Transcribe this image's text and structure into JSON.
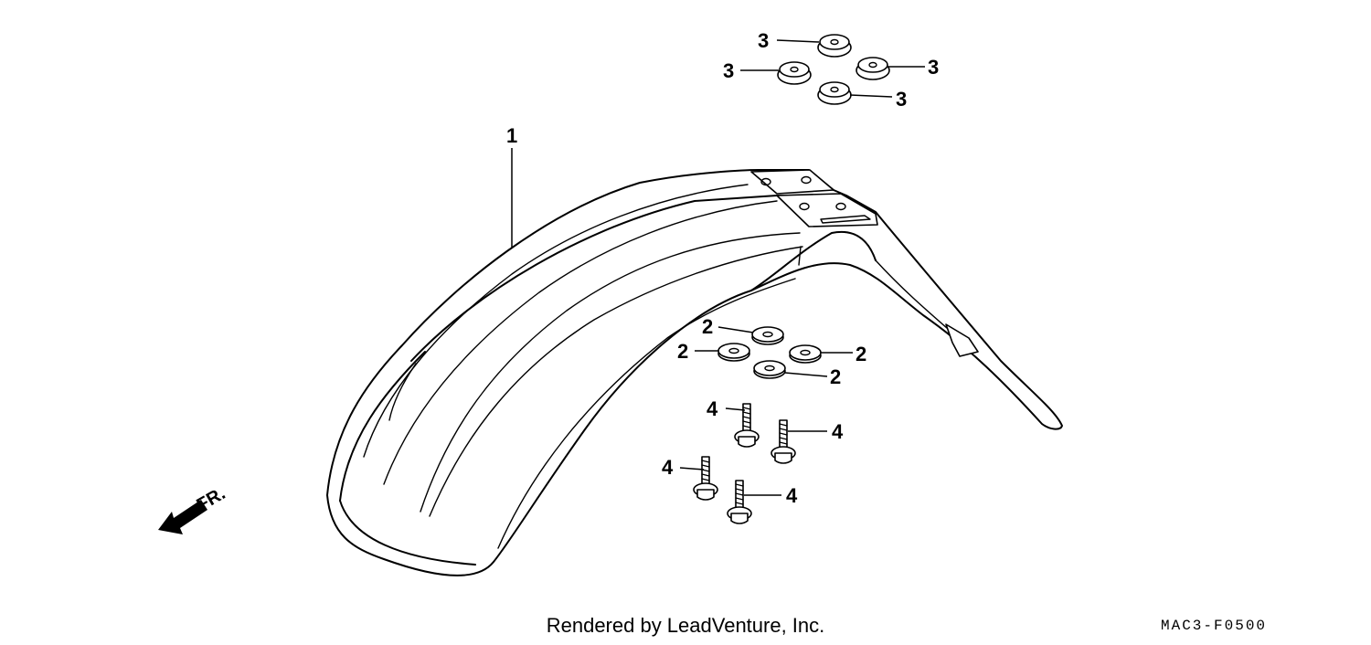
{
  "diagram": {
    "labels": {
      "part_1": "1",
      "part_2": "2",
      "part_3": "3",
      "part_4": "4"
    },
    "direction_text": "FR.",
    "credit": "Rendered by LeadVenture, Inc.",
    "diagram_code": "MAC3-F0500"
  }
}
